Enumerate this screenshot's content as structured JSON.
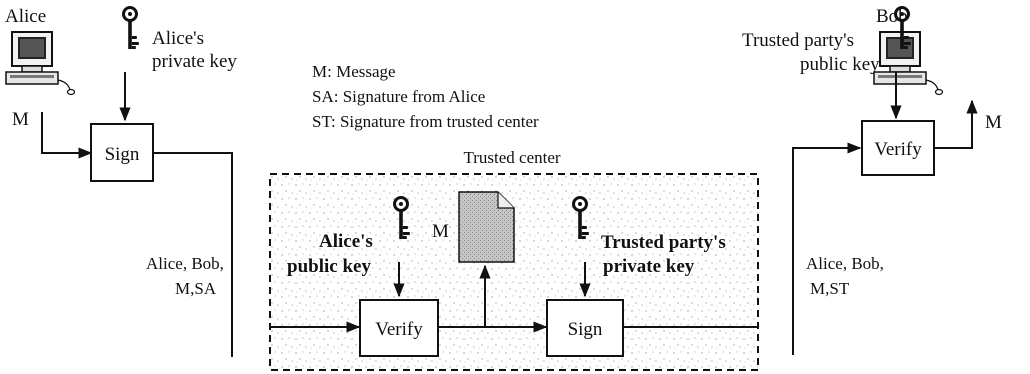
{
  "alice_label": "Alice",
  "bob_label": "Bob",
  "alice_private_key_line1": "Alice's",
  "alice_private_key_line2": "private key",
  "message_label_left": "M",
  "message_label_right": "M",
  "message_label_document": "M",
  "sign_left_label": "Sign",
  "verify_right_label": "Verify",
  "legend": {
    "line1": "M: Message",
    "line2": "SA: Signature from Alice",
    "line3": "ST: Signature from trusted center"
  },
  "trusted_party_public_key_line1": "Trusted party's",
  "trusted_party_public_key_line2": "public key",
  "trusted_center_title": "Trusted center",
  "left_channel_line1": "Alice, Bob,",
  "left_channel_line2": "M,SA",
  "right_channel_line1": "Alice, Bob,",
  "right_channel_line2": "M,ST",
  "center": {
    "alice_public_key_line1": "Alice's",
    "alice_public_key_line2": "public key",
    "trusted_private_key_line1": "Trusted party's",
    "trusted_private_key_line2": "private key",
    "verify_label": "Verify",
    "sign_label": "Sign"
  }
}
